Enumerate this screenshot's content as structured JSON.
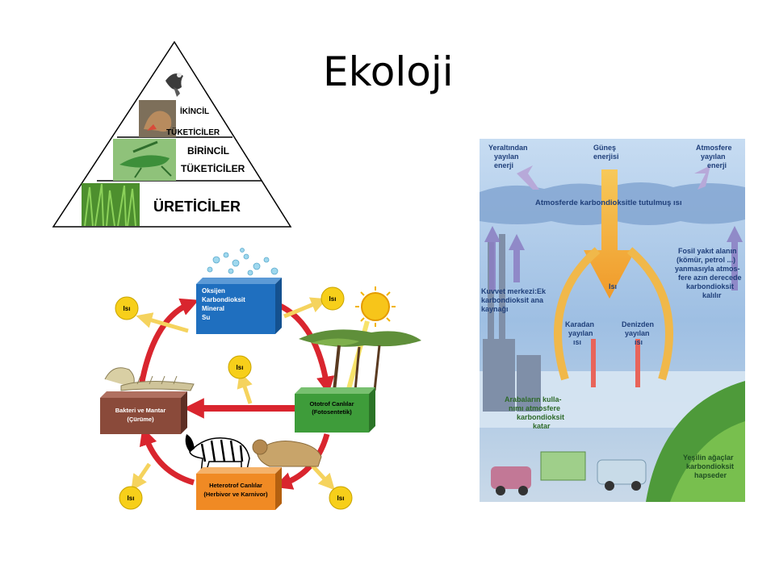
{
  "slide": {
    "title": "Ekoloji"
  },
  "pyramid": {
    "levels": [
      {
        "label_line1": "İKİNCİL",
        "label_line2": "TÜKETİCİLER"
      },
      {
        "label_line1": "BİRİNCİL",
        "label_line2": "TÜKETİCİLER"
      },
      {
        "label_line1": "ÜRETİCİLER",
        "label_line2": ""
      }
    ]
  },
  "cycle": {
    "boxes": {
      "top": [
        "Oksijen",
        "Karbondioksit",
        "Mineral",
        "Su"
      ],
      "right": [
        "Ototrof Canlılar",
        "(Fotosentetik)"
      ],
      "bottom": [
        "Heterotrof Canlılar",
        "(Herbivor ve Karnivor)"
      ],
      "left": [
        "Bakteri ve Mantar",
        "(Çürüme)"
      ]
    },
    "heat_label": "Isı"
  },
  "carbon_poster": {
    "top_left": [
      "Yeraltından",
      "yayılan",
      "enerji"
    ],
    "top_center": [
      "Güneş",
      "enerjisi"
    ],
    "top_right": [
      "Atmosfere",
      "yayılan",
      "enerji"
    ],
    "banner": "Atmosferde karbondioksitle tutulmuş ısı",
    "center_isi": "Isı",
    "left_text": [
      "Kuvvet merkezi:Ek",
      "karbondioksit ana",
      "kaynağı"
    ],
    "karadan": [
      "Karadan",
      "yayılan",
      "ısı"
    ],
    "denizden": [
      "Denizden",
      "yayılan",
      "ısı"
    ],
    "fossil": [
      "Fosil yakıt alanın",
      "(kömür, petrol ...)",
      "yanmasıyla atmos-",
      "fere azın derecede",
      "karbondioksit",
      "kalılır"
    ],
    "cars": [
      "Arabaların kulla-",
      "nımı atmosfere",
      "karbondioksit",
      "katar"
    ],
    "plants": [
      "Yeşilin ağaçlar",
      "karbondioksit",
      "hapseder"
    ]
  },
  "colors": {
    "cycle_arrow": "#d9252e",
    "box_top": "#1f6fbf",
    "box_right": "#3e9c3a",
    "box_bottom": "#f08a24",
    "box_left": "#8a4a3a",
    "heat_circle": "#f7cf1a",
    "poster_sky": "#b9d4ef"
  }
}
